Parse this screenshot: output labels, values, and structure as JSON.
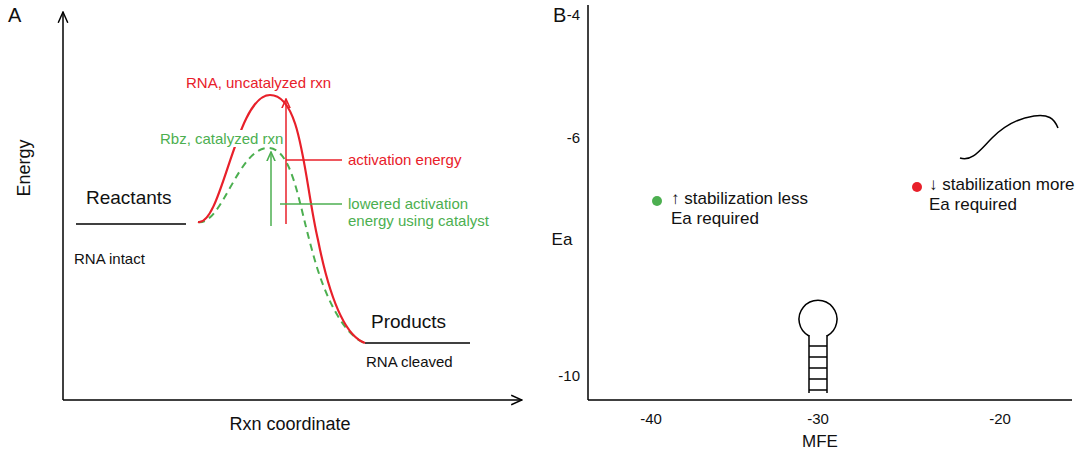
{
  "diagram": {
    "labels": [
      "A",
      "B",
      "Energy",
      "Rxn coordinate",
      "RNA, uncatalyzed rxn",
      "Rbz, catalyzed rxn",
      "activation energy",
      "lowered activation energy using catalyst",
      "Reactants",
      "RNA intact",
      "Products",
      "RNA cleaved",
      "Ea",
      "MFE",
      "-4",
      "-6",
      "-10",
      "-40",
      "-30",
      "-20",
      "↑ stabilization less Ea required",
      "↓ stabilization more Ea required"
    ]
  }
}
